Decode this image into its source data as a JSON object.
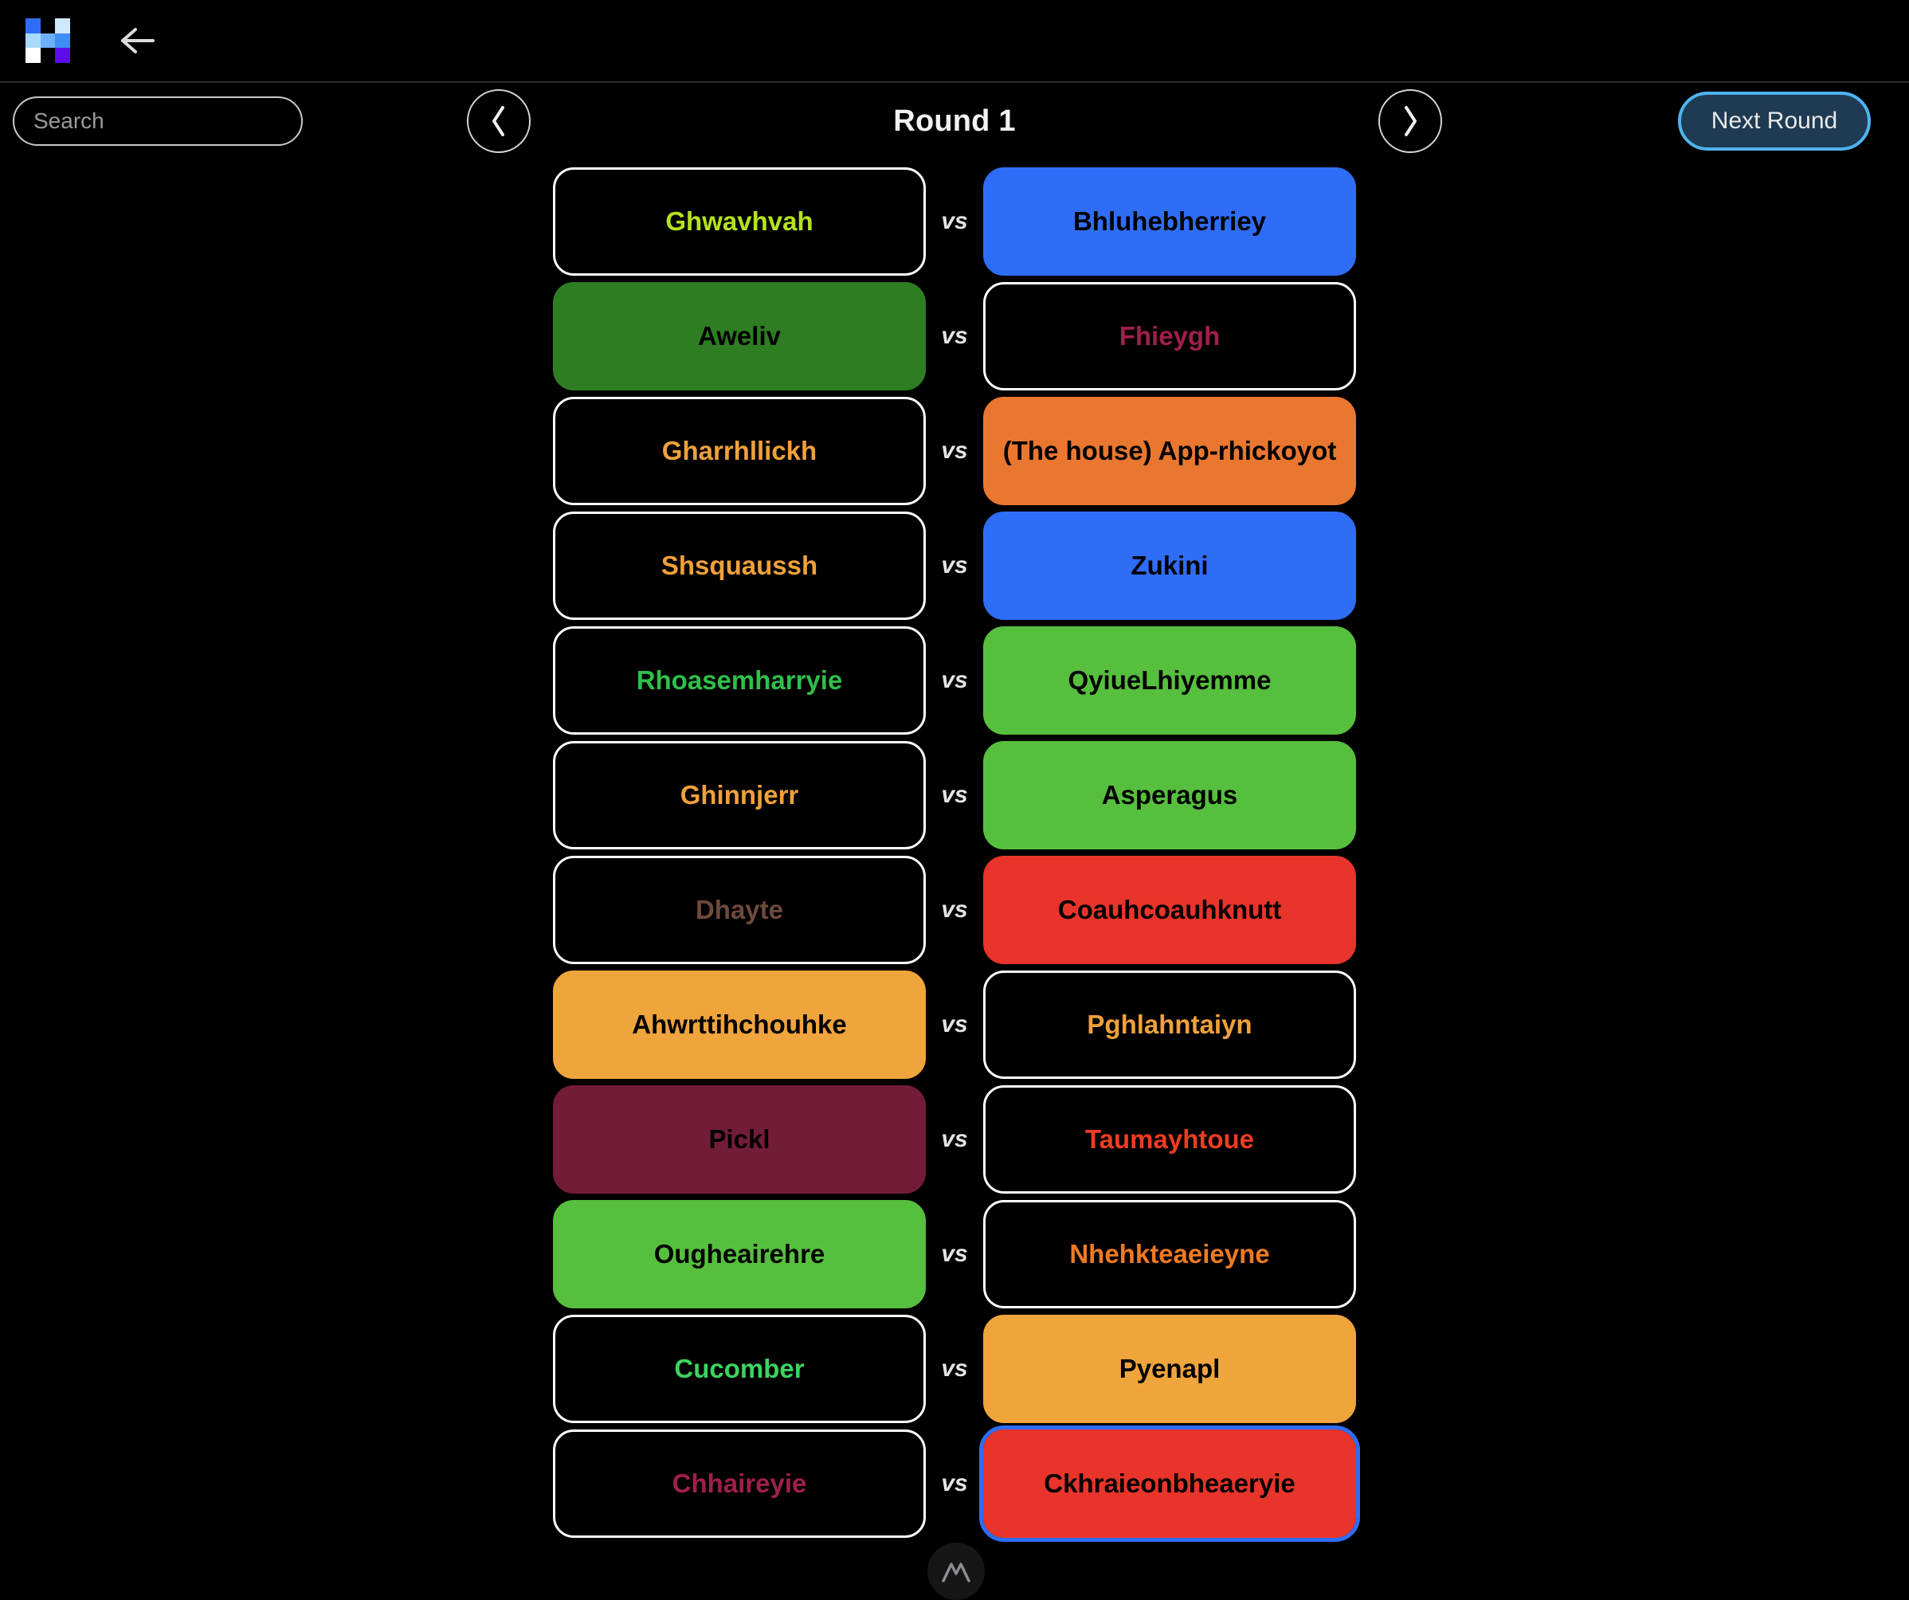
{
  "topbar": {
    "logo_name": "h-logo",
    "logo_tiles": [
      "#2f6df6",
      "#000000",
      "#cde9fb",
      "#a9daf9",
      "#6db0f7",
      "#3d8ef3",
      "#ffffff",
      "#000000",
      "#5b0ced"
    ],
    "back_label": "back-arrow"
  },
  "search": {
    "placeholder": "Search",
    "value": ""
  },
  "round_nav": {
    "prev_label": "‹",
    "title": "Round 1",
    "next_label": "›"
  },
  "next_round": {
    "label": "Next Round",
    "fill": "#1f3b53",
    "border": "#4fb4ef"
  },
  "vs_label": "vs",
  "palette": {
    "blue": "#2f6df6",
    "dark_green": "#2e7d22",
    "orange": "#ea7730",
    "green": "#57bf3e",
    "red": "#e8342a",
    "amber": "#efa43c",
    "maroon": "#731c38",
    "black": "#000000",
    "text_yellow_green": "#b5e320",
    "text_crimson": "#a01f4b",
    "text_orange": "#f0a13a",
    "text_green": "#3cd45f",
    "text_green2": "#2fc04a",
    "text_brown": "#6e4a3c",
    "text_red": "#f03c20",
    "text_orange2": "#ef7a22",
    "text_pink": "#a01f4b"
  },
  "matches": [
    {
      "left": {
        "name": "Ghwavhvah",
        "bg": "#000000",
        "color": "#b5e320",
        "filled": false,
        "focused": false
      },
      "right": {
        "name": "Bhluhebherriey",
        "bg": "#2f6df6",
        "color": "#000000",
        "filled": true,
        "focused": false
      }
    },
    {
      "left": {
        "name": "Aweliv",
        "bg": "#2e7d22",
        "color": "#000000",
        "filled": true,
        "focused": false
      },
      "right": {
        "name": "Fhieygh",
        "bg": "#000000",
        "color": "#a01f4b",
        "filled": false,
        "focused": false
      }
    },
    {
      "left": {
        "name": "Gharrhllickh",
        "bg": "#000000",
        "color": "#f0a13a",
        "filled": false,
        "focused": false
      },
      "right": {
        "name": "(The house) App-rhickoyot",
        "bg": "#ea7730",
        "color": "#000000",
        "filled": true,
        "focused": false
      }
    },
    {
      "left": {
        "name": "Shsquaussh",
        "bg": "#000000",
        "color": "#f0a13a",
        "filled": false,
        "focused": false
      },
      "right": {
        "name": "Zukini",
        "bg": "#2f6df6",
        "color": "#000000",
        "filled": true,
        "focused": false
      }
    },
    {
      "left": {
        "name": "Rhoasemharryie",
        "bg": "#000000",
        "color": "#2fc04a",
        "filled": false,
        "focused": false
      },
      "right": {
        "name": "QyiueLhiyemme",
        "bg": "#57bf3e",
        "color": "#000000",
        "filled": true,
        "focused": false
      }
    },
    {
      "left": {
        "name": "Ghinnjerr",
        "bg": "#000000",
        "color": "#f0a13a",
        "filled": false,
        "focused": false
      },
      "right": {
        "name": "Asperagus",
        "bg": "#57bf3e",
        "color": "#000000",
        "filled": true,
        "focused": false
      }
    },
    {
      "left": {
        "name": "Dhayte",
        "bg": "#000000",
        "color": "#6e4a3c",
        "filled": false,
        "focused": false
      },
      "right": {
        "name": "Coauhcoauhknutt",
        "bg": "#e8342a",
        "color": "#000000",
        "filled": true,
        "focused": false
      }
    },
    {
      "left": {
        "name": "Ahwrttihchouhke",
        "bg": "#efa43c",
        "color": "#000000",
        "filled": true,
        "focused": false
      },
      "right": {
        "name": "Pghlahntaiyn",
        "bg": "#000000",
        "color": "#f0a13a",
        "filled": false,
        "focused": false
      }
    },
    {
      "left": {
        "name": "Pickl",
        "bg": "#731c38",
        "color": "#000000",
        "filled": true,
        "focused": false
      },
      "right": {
        "name": "Taumayhtoue",
        "bg": "#000000",
        "color": "#f03c20",
        "filled": false,
        "focused": false
      }
    },
    {
      "left": {
        "name": "Ougheairehre",
        "bg": "#57bf3e",
        "color": "#000000",
        "filled": true,
        "focused": false
      },
      "right": {
        "name": "Nhehkteaeieyne",
        "bg": "#000000",
        "color": "#ef7a22",
        "filled": false,
        "focused": false
      }
    },
    {
      "left": {
        "name": "Cucomber",
        "bg": "#000000",
        "color": "#3cd45f",
        "filled": false,
        "focused": false
      },
      "right": {
        "name": "Pyenapl",
        "bg": "#efa43c",
        "color": "#000000",
        "filled": true,
        "focused": false
      }
    },
    {
      "left": {
        "name": "Chhaireyie",
        "bg": "#000000",
        "color": "#a01f4b",
        "filled": false,
        "focused": false
      },
      "right": {
        "name": "Ckhraieonbheaeryie",
        "bg": "#e8342a",
        "color": "#000000",
        "filled": true,
        "focused": true
      }
    }
  ],
  "float_badge": {
    "icon": "mountain-icon"
  }
}
